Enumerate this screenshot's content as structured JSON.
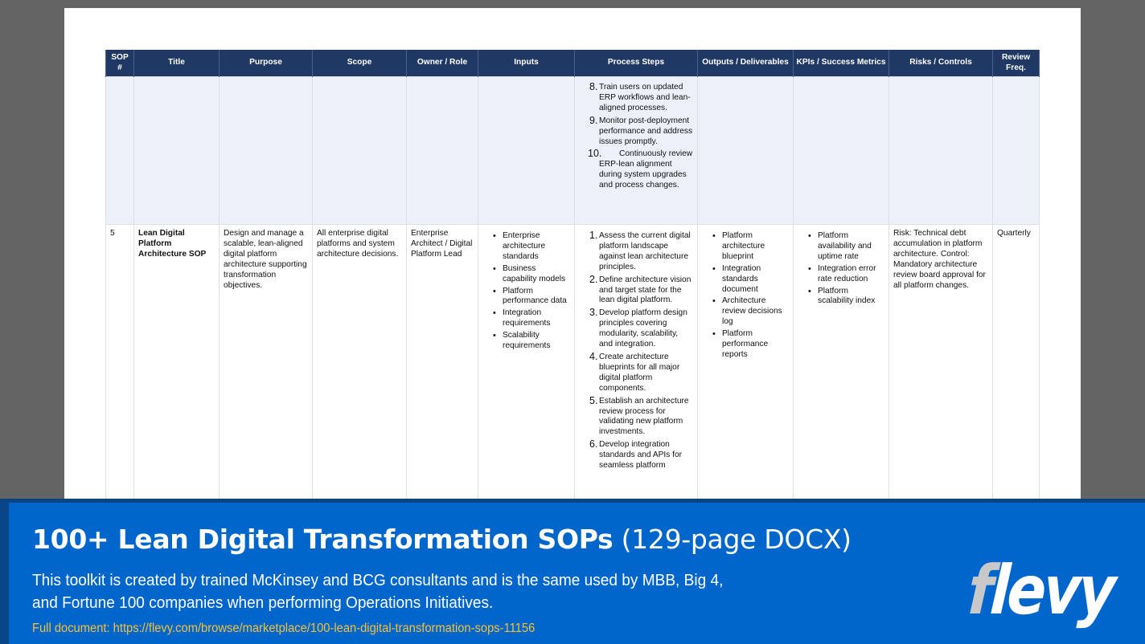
{
  "document": {
    "table": {
      "headers": [
        "SOP #",
        "Title",
        "Purpose",
        "Scope",
        "Owner / Role",
        "Inputs",
        "Process Steps",
        "Outputs / Deliverables",
        "KPIs / Success Metrics",
        "Risks / Controls",
        "Review Freq."
      ],
      "continued_row": {
        "process_steps": [
          {
            "num": "8.",
            "text": "Train users on updated ERP workflows and lean-aligned processes."
          },
          {
            "num": "9.",
            "text": "Monitor post-deployment performance and address issues promptly."
          },
          {
            "num": "10.",
            "text": "Continuously review ERP-lean alignment during system upgrades and process changes."
          }
        ]
      },
      "row": {
        "sop_num": "5",
        "title": "Lean Digital Platform Architecture SOP",
        "purpose": "Design and manage a scalable, lean-aligned digital platform architecture supporting transformation objectives.",
        "scope": "All enterprise digital platforms and system architecture decisions.",
        "owner": "Enterprise Architect / Digital Platform Lead",
        "inputs": [
          "Enterprise architecture standards",
          "Business capability models",
          "Platform performance data",
          "Integration requirements",
          "Scalability requirements"
        ],
        "process_steps": [
          {
            "num": "1.",
            "text": "Assess the current digital platform landscape against lean architecture principles."
          },
          {
            "num": "2.",
            "text": "Define architecture vision and target state for the lean digital platform."
          },
          {
            "num": "3.",
            "text": "Develop platform design principles covering modularity, scalability, and integration."
          },
          {
            "num": "4.",
            "text": "Create architecture blueprints for all major digital platform components."
          },
          {
            "num": "5.",
            "text": "Establish an architecture review process for validating new platform investments."
          },
          {
            "num": "6.",
            "text": "Develop integration standards and APIs for seamless platform"
          }
        ],
        "outputs": [
          "Platform architecture blueprint",
          "Integration standards document",
          "Architecture review decisions log",
          "Platform performance reports"
        ],
        "kpis": [
          "Platform availability and uptime rate",
          "Integration error rate reduction",
          "Platform scalability index"
        ],
        "risks": "Risk: Technical debt accumulation in platform architecture. Control: Mandatory architecture review board approval for all platform changes.",
        "review_freq": "Quarterly"
      }
    }
  },
  "banner": {
    "title_bold": "100+ Lean Digital Transformation SOPs",
    "title_light": "(129-page DOCX)",
    "description": "This toolkit is created by trained McKinsey and BCG consultants and is the same used by MBB, Big 4, and Fortune 100 companies when performing Operations Initiatives.",
    "link": "Full document: https://flevy.com/browse/marketplace/100-lean-digital-transformation-sops-11156",
    "logo_f": "f",
    "logo_rest": "levy"
  },
  "colors": {
    "header_bg": "#1f3864",
    "continued_row_bg": "#ecf1f9",
    "banner_bg": "#0166cc",
    "banner_border": "#0a4687",
    "link_color": "#f3c237",
    "backdrop": "#646464"
  }
}
